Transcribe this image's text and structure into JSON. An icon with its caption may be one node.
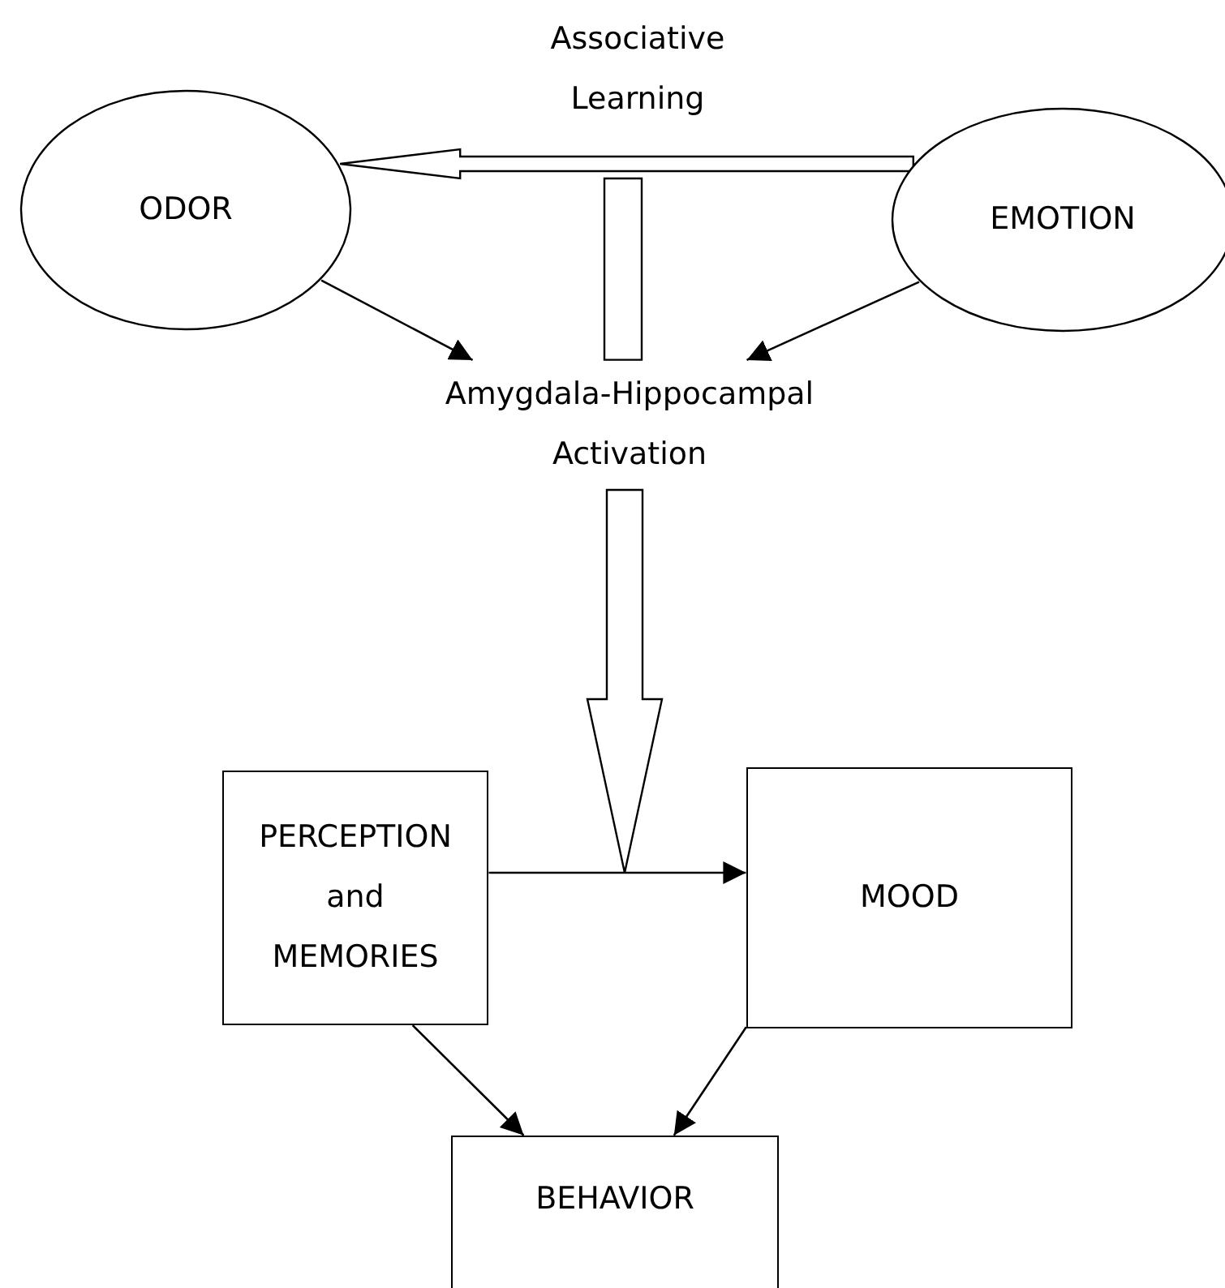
{
  "diagram": {
    "nodes": [
      {
        "text": [
          "ODOR"
        ]
      },
      {
        "text": [
          "EMOTION"
        ]
      },
      {
        "text": [
          "Amygdala-Hippocampal Activation"
        ]
      },
      {
        "text": [
          "PERCEPTION and MEMORIES"
        ]
      },
      {
        "text": [
          "MOOD"
        ]
      },
      {
        "text": [
          "BEHAVIOR"
        ]
      }
    ],
    "edges": [
      {
        "from": 1,
        "to": 0,
        "arrow": "to",
        "style": "thick",
        "label": "Associative Learning"
      },
      {
        "from": null,
        "to": 2,
        "arrow": "none",
        "style": "thick"
      },
      {
        "from": 0,
        "to": 2,
        "arrow": "to"
      },
      {
        "from": 1,
        "to": 2,
        "arrow": "to"
      },
      {
        "from": 2,
        "to": null,
        "arrow": "to",
        "style": "thick"
      },
      {
        "from": 3,
        "to": 4,
        "arrow": "to"
      },
      {
        "from": 3,
        "to": 5,
        "arrow": "to"
      },
      {
        "from": 4,
        "to": 5,
        "arrow": "to"
      }
    ]
  }
}
